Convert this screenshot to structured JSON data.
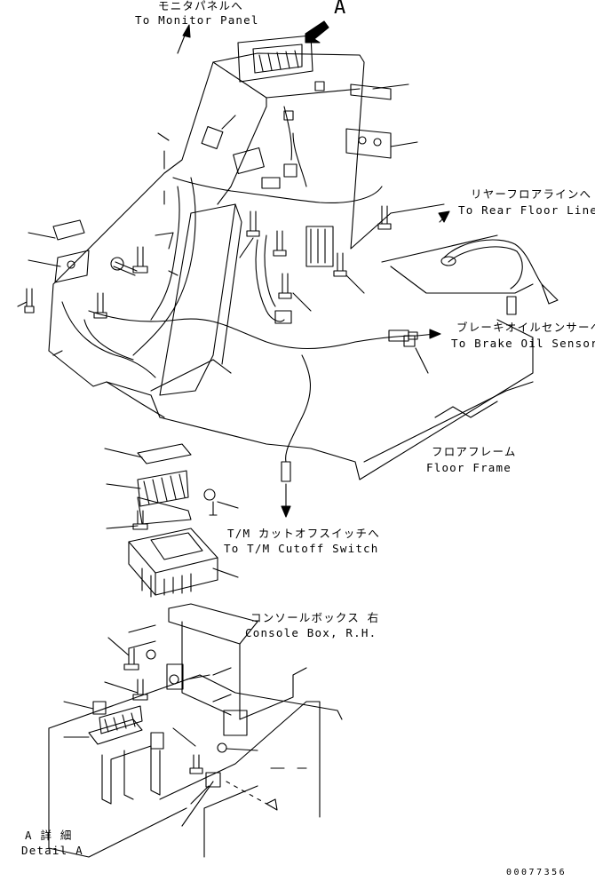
{
  "labels": {
    "monitor_jp": "モニタパネルへ",
    "monitor_en": "To Monitor Panel",
    "detail_marker": "A",
    "rear_floor_jp": "リヤーフロアラインへ",
    "rear_floor_en": "To Rear Floor Line",
    "brake_jp": "ブレーキオイルセンサーへ",
    "brake_en": "To Brake Oil Sensor",
    "floor_frame_jp": "フロアフレーム",
    "floor_frame_en": "Floor Frame",
    "tm_jp": "T/M カットオフスイッチへ",
    "tm_en": "To T/M Cutoff Switch",
    "console_jp": "コンソールボックス 右",
    "console_en": "Console Box, R.H.",
    "detail_jp": "A 詳 細",
    "detail_en": "Detail A",
    "drawing_number": "00077356"
  },
  "icons": {
    "view_arrow": "view-direction-arrow",
    "pointer_arrow": "routing-arrow"
  }
}
